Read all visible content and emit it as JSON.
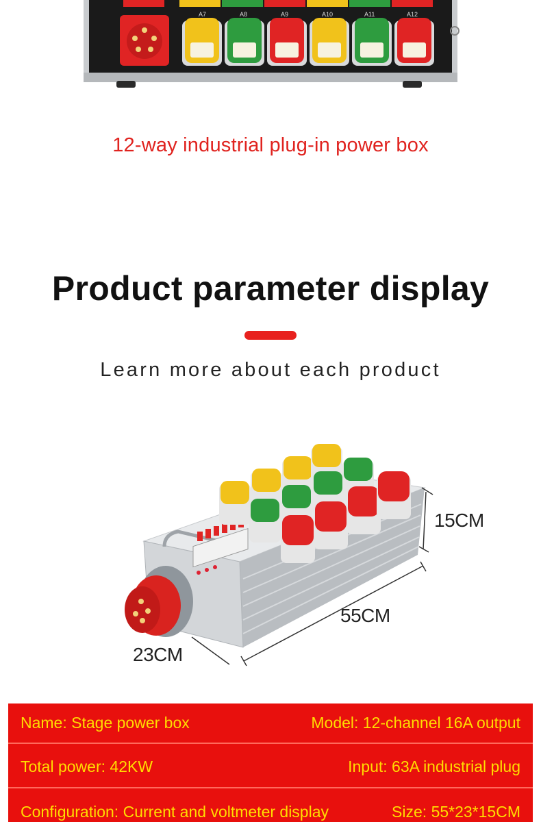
{
  "caption": "12-way industrial plug-in power box",
  "section": {
    "title": "Product parameter display",
    "subtitle": "Learn more about each product"
  },
  "top_photo": {
    "socket_labels": [
      "A7",
      "A8",
      "A9",
      "A10",
      "A11",
      "A12"
    ]
  },
  "dimensions": {
    "height": "15CM",
    "length": "55CM",
    "width": "23CM"
  },
  "specs": [
    {
      "left": "Name: Stage power box",
      "right": "Model: 12-channel 16A output"
    },
    {
      "left": "Total power: 42KW",
      "right": "Input: 63A industrial plug"
    },
    {
      "left": "Configuration: Current and voltmeter display",
      "right": "Size: 55*23*15CM"
    }
  ],
  "colors": {
    "accent_red": "#e8211e",
    "table_red": "#e8100d",
    "table_text": "#ffdd00",
    "socket_yellow": "#f1c21b",
    "socket_green": "#2e9c3f",
    "socket_red": "#e02424"
  }
}
